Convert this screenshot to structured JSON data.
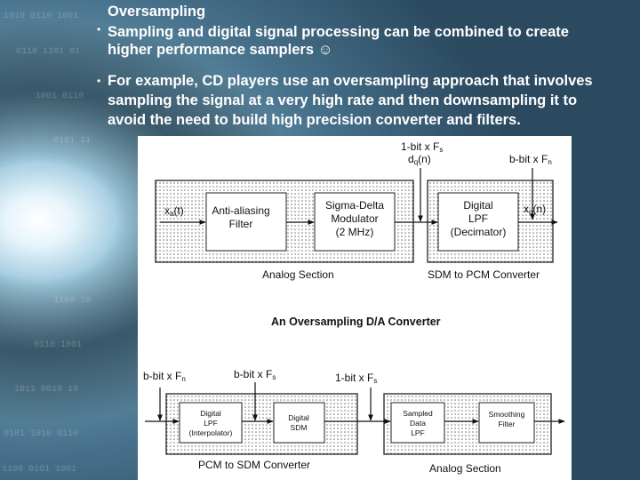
{
  "slide": {
    "heading": "Oversampling",
    "bullets": [
      {
        "line1": "Sampling and digital signal processing can be combined to create",
        "line2": "higher performance samplers ☺"
      },
      {
        "line1": "For example, CD players use an oversampling approach that involves",
        "line2": "sampling the signal at a very high rate and then downsampling it to",
        "line3": "avoid the need to build high precision converter and filters."
      }
    ]
  },
  "diagram": {
    "adc": {
      "rate_top": "1-bit x F",
      "rate_top_sub": "s",
      "dq_label": "d",
      "dq_sub": "q",
      "dq_arg": "(n)",
      "rate_right": "b-bit x F",
      "rate_right_sub": "n",
      "input_label": "x",
      "input_sub": "a",
      "input_arg": "(t)",
      "output_label": "x",
      "output_sub": "q",
      "output_arg": "(n)",
      "block1": [
        "Anti-aliasing",
        "Filter"
      ],
      "block2": [
        "Sigma-Delta",
        "Modulator",
        "(2 MHz)"
      ],
      "block3": [
        "Digital",
        "LPF",
        "(Decimator)"
      ],
      "section_left": "Analog Section",
      "section_right": "SDM to PCM Converter"
    },
    "dac_title": "An Oversampling D/A Converter",
    "dac": {
      "rate1": "b-bit x F",
      "rate1_sub": "n",
      "rate2": "b-bit x F",
      "rate2_sub": "s",
      "rate3": "1-bit x F",
      "rate3_sub": "s",
      "block1": [
        "Digital",
        "LPF",
        "(Interpolator)"
      ],
      "block2": [
        "Digital",
        "SDM"
      ],
      "block3": [
        "Sampled",
        "Data",
        "LPF"
      ],
      "block4": [
        "Smoothing",
        "Filter"
      ],
      "section_left": "PCM to SDM Converter",
      "section_right": "Analog Section"
    }
  }
}
